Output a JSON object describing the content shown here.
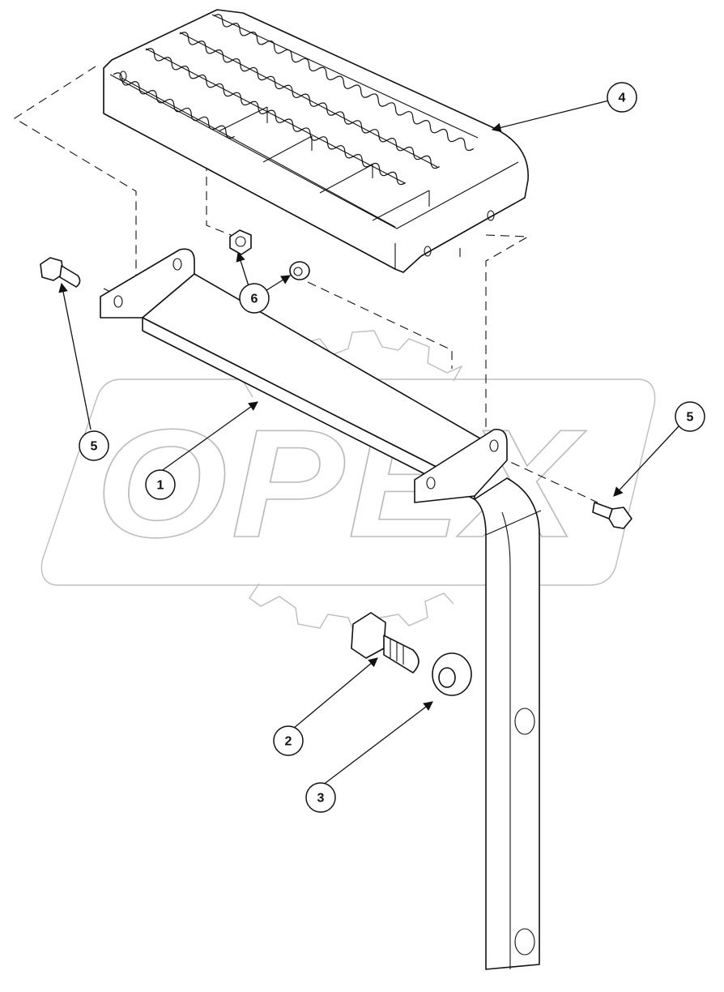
{
  "watermark": {
    "text": "OPEX"
  },
  "callouts": [
    {
      "id": "callout-1",
      "label": "1"
    },
    {
      "id": "callout-2",
      "label": "2"
    },
    {
      "id": "callout-3",
      "label": "3"
    },
    {
      "id": "callout-4",
      "label": "4"
    },
    {
      "id": "callout-5-left",
      "label": "5"
    },
    {
      "id": "callout-5-right",
      "label": "5"
    },
    {
      "id": "callout-6",
      "label": "6"
    }
  ],
  "colors": {
    "line": "#111111",
    "watermark": "#bdbdbd",
    "background": "#ffffff"
  }
}
